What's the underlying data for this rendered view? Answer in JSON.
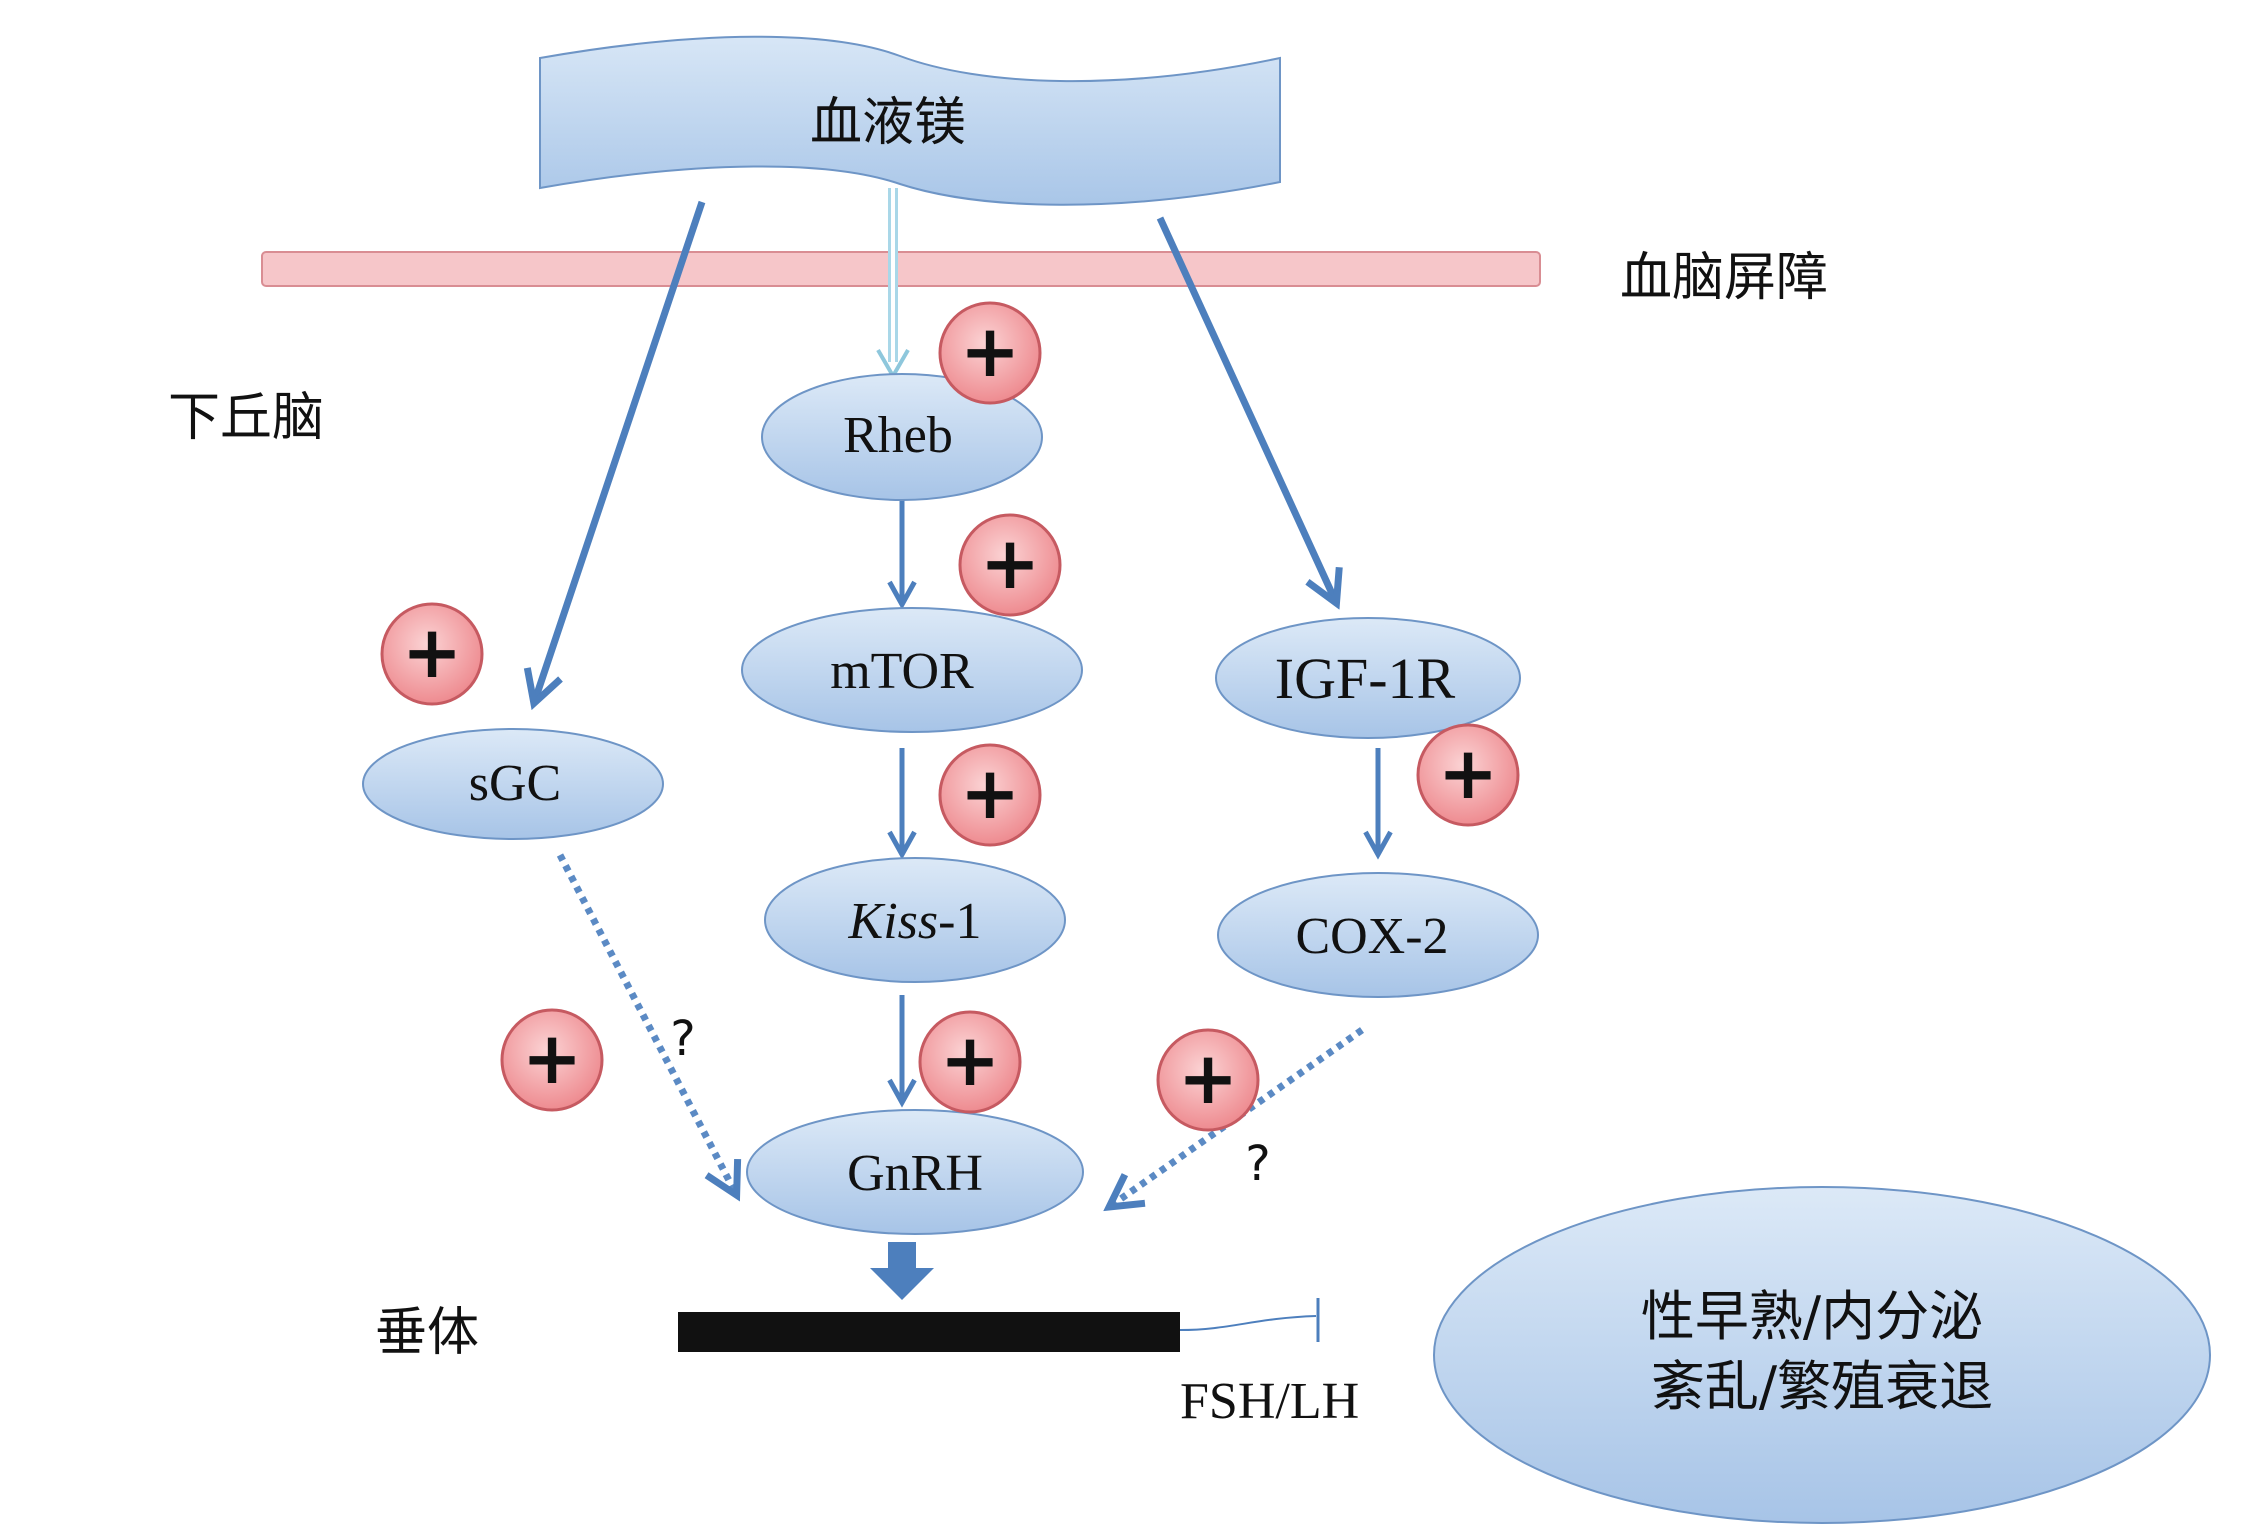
{
  "colors": {
    "node_fill_top": "#d9e7f6",
    "node_fill_bottom": "#a9c6e8",
    "node_stroke": "#6e95c6",
    "arrow": "#4d7fbd",
    "barrier_fill": "#f6c6c9",
    "barrier_stroke": "#d98d93",
    "plus_fill": "#f4a3a6",
    "plus_stroke": "#c65a61",
    "text": "#111111",
    "pituitary_bar": "#111111"
  },
  "blood_source": {
    "label": "血液镁"
  },
  "barrier": {
    "label": "血脑屏障"
  },
  "regions": {
    "hypothalamus": "下丘脑",
    "pituitary": "垂体"
  },
  "nodes": {
    "rheb": "Rheb",
    "mtor": "mTOR",
    "kiss1_italic": "Kiss",
    "kiss1_suffix": "-1",
    "gnrh": "GnRH",
    "sgc": "sGC",
    "igf1r": "IGF-1R",
    "cox2": "COX-2"
  },
  "signs": {
    "plus": "+",
    "question": "?"
  },
  "hormones": {
    "label": "FSH/LH"
  },
  "outcome": {
    "line1": "性早熟/内分泌",
    "line2": "紊乱/繁殖衰退"
  }
}
